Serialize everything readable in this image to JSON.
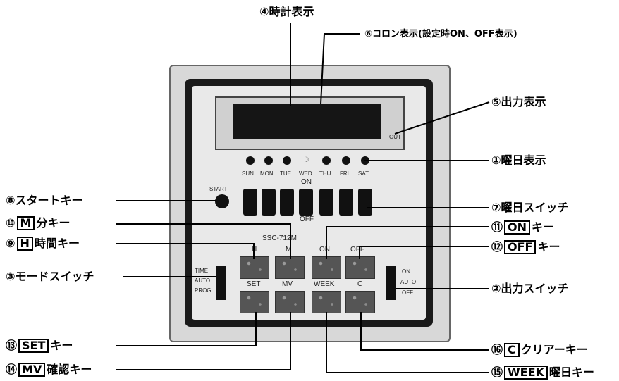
{
  "callouts": {
    "clock_display": "④時計表示",
    "colon_display": "⑥コロン表示(設定時ON、OFF表示)",
    "output_display": "⑤出力表示",
    "day_display": "①曜日表示",
    "start_key": "⑧スタートキー",
    "day_switch": "⑦曜日スイッチ",
    "m_key_num": "⑩",
    "m_key_box": "M",
    "m_key_text": "分キー",
    "h_key_num": "⑨",
    "h_key_box": "H",
    "h_key_text": "時間キー",
    "on_key_num": "⑪",
    "on_key_box": "ON",
    "on_key_text": "キー",
    "off_key_num": "⑫",
    "off_key_box": "OFF",
    "off_key_text": "キー",
    "mode_switch": "③モードスイッチ",
    "output_switch": "②出力スイッチ",
    "set_key_num": "⑬",
    "set_key_box": "SET",
    "set_key_text": "キー",
    "mv_key_num": "⑭",
    "mv_key_box": "MV",
    "mv_key_text": "確認キー",
    "c_key_num": "⑯",
    "c_key_box": "C",
    "c_key_text": "クリアーキー",
    "week_key_num": "⑮",
    "week_key_box": "WEEK",
    "week_key_text": "曜日キー"
  },
  "panel": {
    "out_label": "OUT",
    "days": [
      "SUN",
      "MON",
      "TUE",
      "WED",
      "THU",
      "FRI",
      "SAT"
    ],
    "on_label": "ON",
    "off_label": "OFF",
    "start_label": "START",
    "model": "SSC-712M",
    "top_buttons": [
      "H",
      "M",
      "ON",
      "OFF"
    ],
    "bottom_buttons": [
      "SET",
      "MV",
      "WEEK",
      "C"
    ],
    "mode_options": [
      "TIME",
      "AUTO",
      "PROG"
    ],
    "output_options": [
      "ON",
      "AUTO",
      "OFF"
    ]
  }
}
